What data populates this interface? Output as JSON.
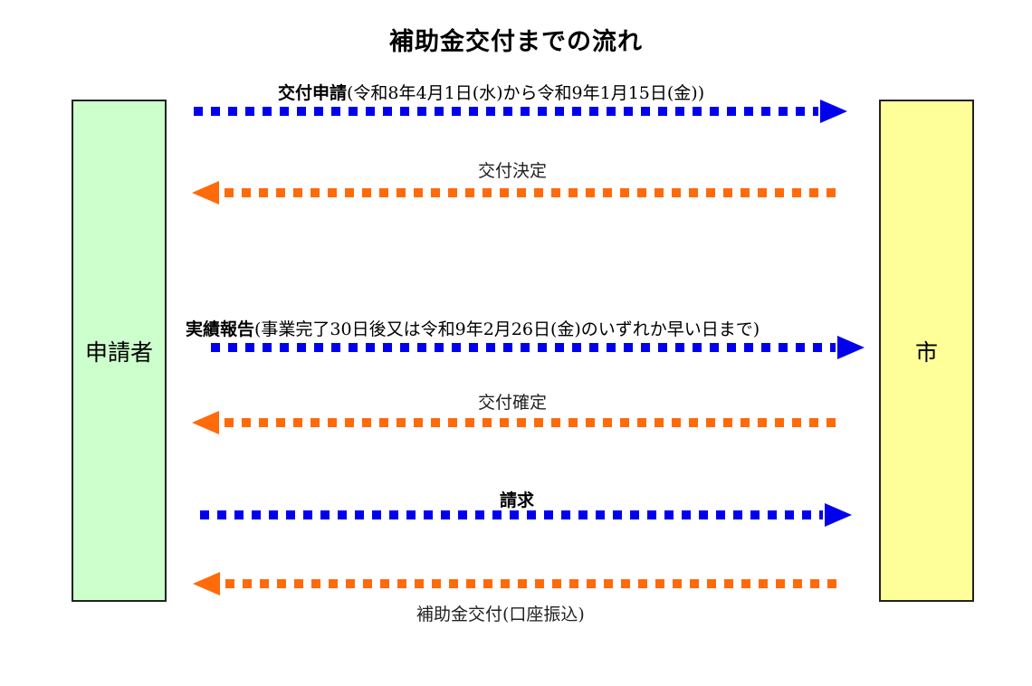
{
  "title": "補助金交付までの流れ",
  "actors": {
    "left": {
      "label": "申請者",
      "color": "#ccffcc"
    },
    "right": {
      "label": "市",
      "color": "#ffff99"
    }
  },
  "colors": {
    "to_city": "#0000ee",
    "to_applicant": "#ff6a0a"
  },
  "steps": [
    {
      "bold": "交付申請",
      "text": "(令和8年4月1日(水)から令和9年1月15日(金))",
      "direction": "right"
    },
    {
      "bold": "",
      "text": "交付決定",
      "direction": "left"
    },
    {
      "bold": "実績報告",
      "text": "(事業完了30日後又は令和9年2月26日(金)のいずれか早い日まで)",
      "direction": "right"
    },
    {
      "bold": "",
      "text": "交付確定",
      "direction": "left"
    },
    {
      "bold": "請求",
      "text": "",
      "direction": "right"
    },
    {
      "bold": "",
      "text": "補助金交付(口座振込)",
      "direction": "left"
    }
  ]
}
